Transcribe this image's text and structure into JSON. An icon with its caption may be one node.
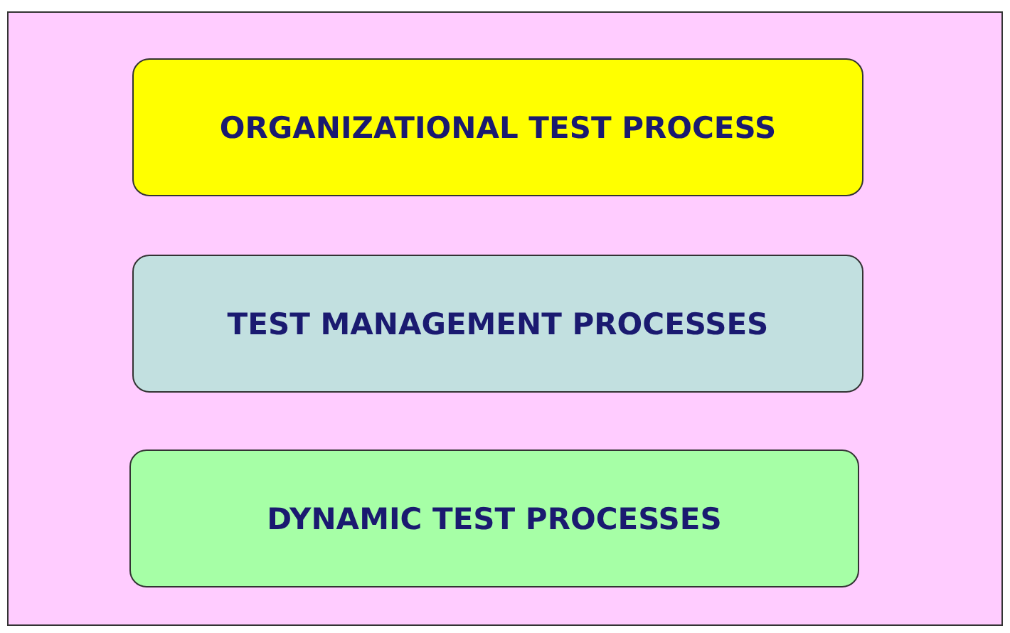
{
  "diagram": {
    "nodes": [
      {
        "text": [],
        "shape": "box"
      },
      {
        "text": [
          "ORGANIZATIONAL TEST PROCESS"
        ],
        "in": 0
      },
      {
        "text": [
          "TEST MANAGEMENT PROCESSES"
        ],
        "in": 0
      },
      {
        "text": [
          "DYNAMIC TEST PROCESSES"
        ],
        "in": 0
      }
    ]
  }
}
